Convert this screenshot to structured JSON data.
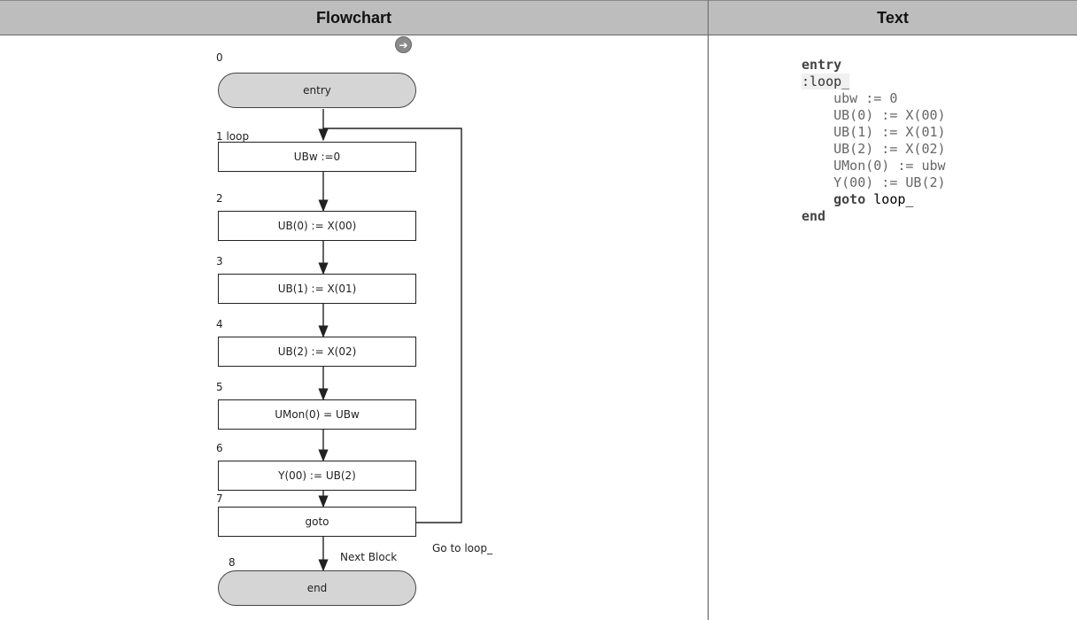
{
  "headers": {
    "flowchart": "Flowchart",
    "text": "Text"
  },
  "flowchart": {
    "entry_number": "0",
    "entry_label": "entry",
    "steps": [
      {
        "number": "1 loop",
        "label": "UBw :=0"
      },
      {
        "number": "2",
        "label": "UB(0) := X(00)"
      },
      {
        "number": "3",
        "label": "UB(1) := X(01)"
      },
      {
        "number": "4",
        "label": "UB(2) := X(02)"
      },
      {
        "number": "5",
        "label": "UMon(0) = UBw"
      },
      {
        "number": "6",
        "label": "Y(00) := UB(2)"
      },
      {
        "number": "7",
        "label": "goto"
      }
    ],
    "next_block_label": "Next Block",
    "goto_label": "Go to loop_",
    "end_number": "8",
    "end_label": "end"
  },
  "code": {
    "lines": [
      {
        "indent": "",
        "kw": "entry",
        "rest": ""
      },
      {
        "indent": "",
        "kw": "",
        "label": ":loop_",
        "rest": ""
      },
      {
        "indent": "    ",
        "kw": "",
        "rest": "ubw := 0"
      },
      {
        "indent": "    ",
        "kw": "",
        "rest": "UB(0) := X(00)"
      },
      {
        "indent": "    ",
        "kw": "",
        "rest": "UB(1) := X(01)"
      },
      {
        "indent": "    ",
        "kw": "",
        "rest": "UB(2) := X(02)"
      },
      {
        "indent": "    ",
        "kw": "",
        "rest": "UMon(0) := ubw"
      },
      {
        "indent": "    ",
        "kw": "",
        "rest": "Y(00) := UB(2)"
      },
      {
        "indent": "    ",
        "kw": "goto",
        "rest": " loop_"
      },
      {
        "indent": "",
        "kw": "end",
        "rest": ""
      }
    ]
  }
}
